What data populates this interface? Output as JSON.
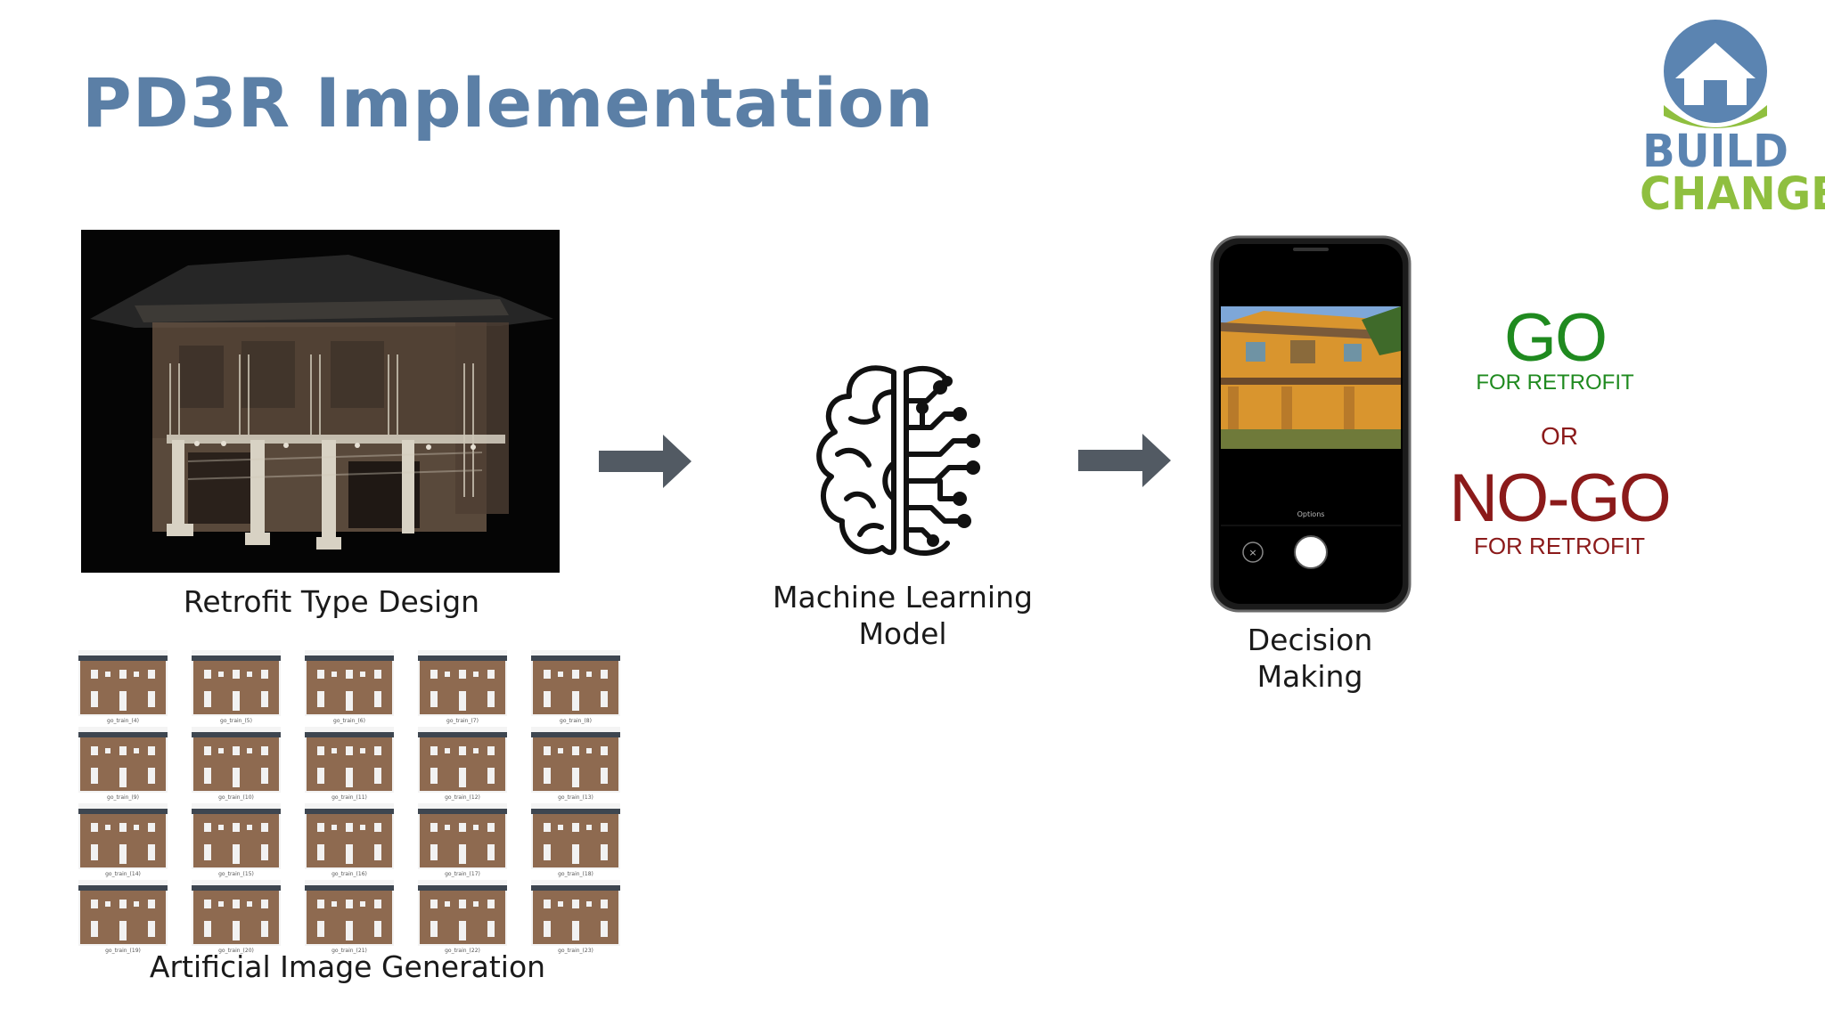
{
  "title": "PD3R Implementation",
  "logo": {
    "line1": "BUILD",
    "line2": "CHANGE",
    "blue": "#5b84b1",
    "green": "#8fbf3f"
  },
  "captions": {
    "retrofit": "Retrofit Type Design",
    "generation": "Artificial Image Generation",
    "ml_line1": "Machine Learning",
    "ml_line2": "Model",
    "decision_line1": "Decision",
    "decision_line2": "Making"
  },
  "thumbnails": [
    "go_train_(4)",
    "go_train_(5)",
    "go_train_(6)",
    "go_train_(7)",
    "go_train_(8)",
    "go_train_(9)",
    "go_train_(10)",
    "go_train_(11)",
    "go_train_(12)",
    "go_train_(13)",
    "go_train_(14)",
    "go_train_(15)",
    "go_train_(16)",
    "go_train_(17)",
    "go_train_(18)",
    "go_train_(19)",
    "go_train_(20)",
    "go_train_(21)",
    "go_train_(22)",
    "go_train_(23)"
  ],
  "phone": {
    "options_label": "Options"
  },
  "decision": {
    "go": "GO",
    "go_sub": "FOR RETROFIT",
    "or": "OR",
    "nogo": "NO-GO",
    "nogo_sub": "FOR RETROFIT",
    "go_color": "#1f8a1f",
    "nogo_color": "#8b1a1a"
  },
  "icons": {
    "arrow1": "right-arrow-icon",
    "arrow2": "right-arrow-icon",
    "brain": "brain-circuit-icon",
    "house": "house-icon"
  }
}
